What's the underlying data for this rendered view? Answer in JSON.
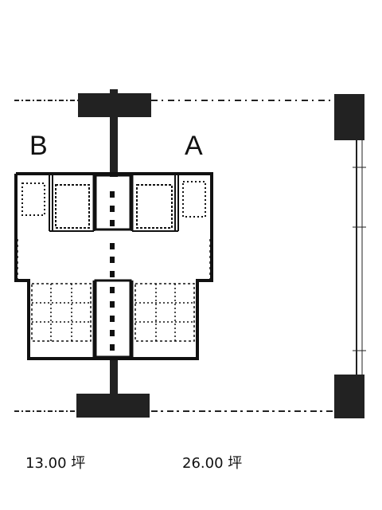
{
  "units": {
    "b": {
      "label": "B",
      "area": "13.00 坪"
    },
    "a": {
      "label": "A",
      "area": "26.00 坪"
    }
  }
}
